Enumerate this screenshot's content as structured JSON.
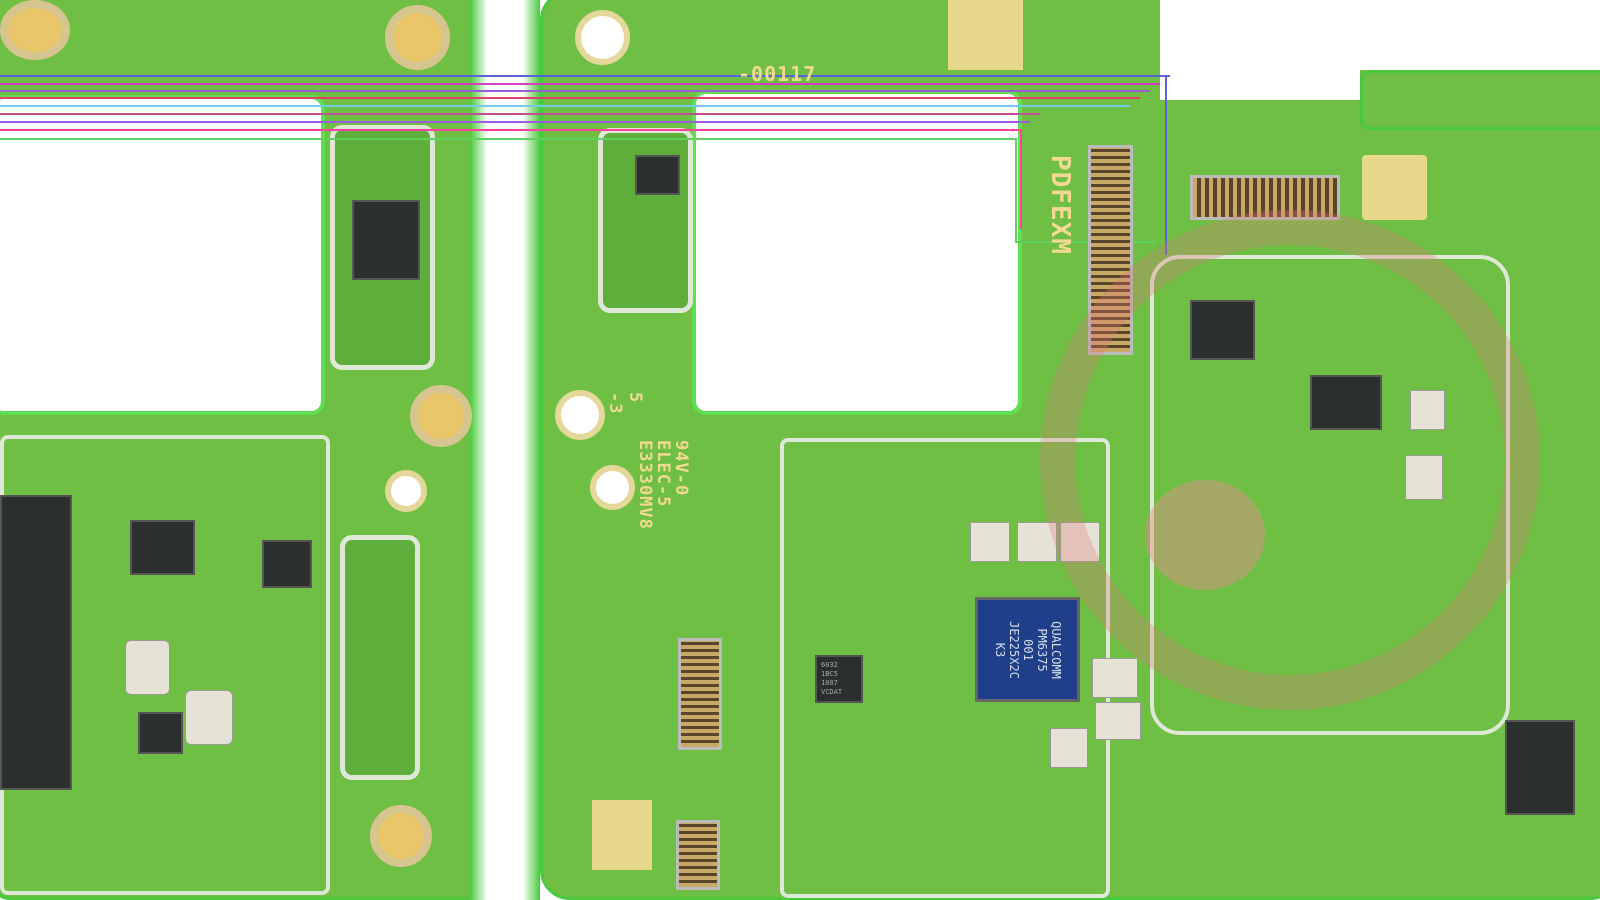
{
  "silkscreen": {
    "part_no": "-00117",
    "connector_label": "PDFEXM",
    "rating": [
      "94V-0",
      "ELEC-5",
      "E3330MV8"
    ],
    "rev": [
      "5",
      "-3"
    ]
  },
  "pmic": {
    "lines": [
      "QUALCOMM",
      "PM6375",
      "001",
      "JE225X2C",
      "K3"
    ]
  },
  "small_chip": {
    "lines": [
      "6032",
      "1BC5",
      "1007",
      "VCDAT"
    ]
  },
  "colors": {
    "board": "#6fbf45",
    "edge": "#49c93c",
    "pmic": "#1f3f8a",
    "gold": "#e9c66a"
  },
  "trace_colors": [
    "#5a64d8",
    "#d040c0",
    "#9b5bd6",
    "#e0406a",
    "#73c9e8",
    "#c05090",
    "#a05ce0",
    "#ff40a0",
    "#60d060"
  ]
}
